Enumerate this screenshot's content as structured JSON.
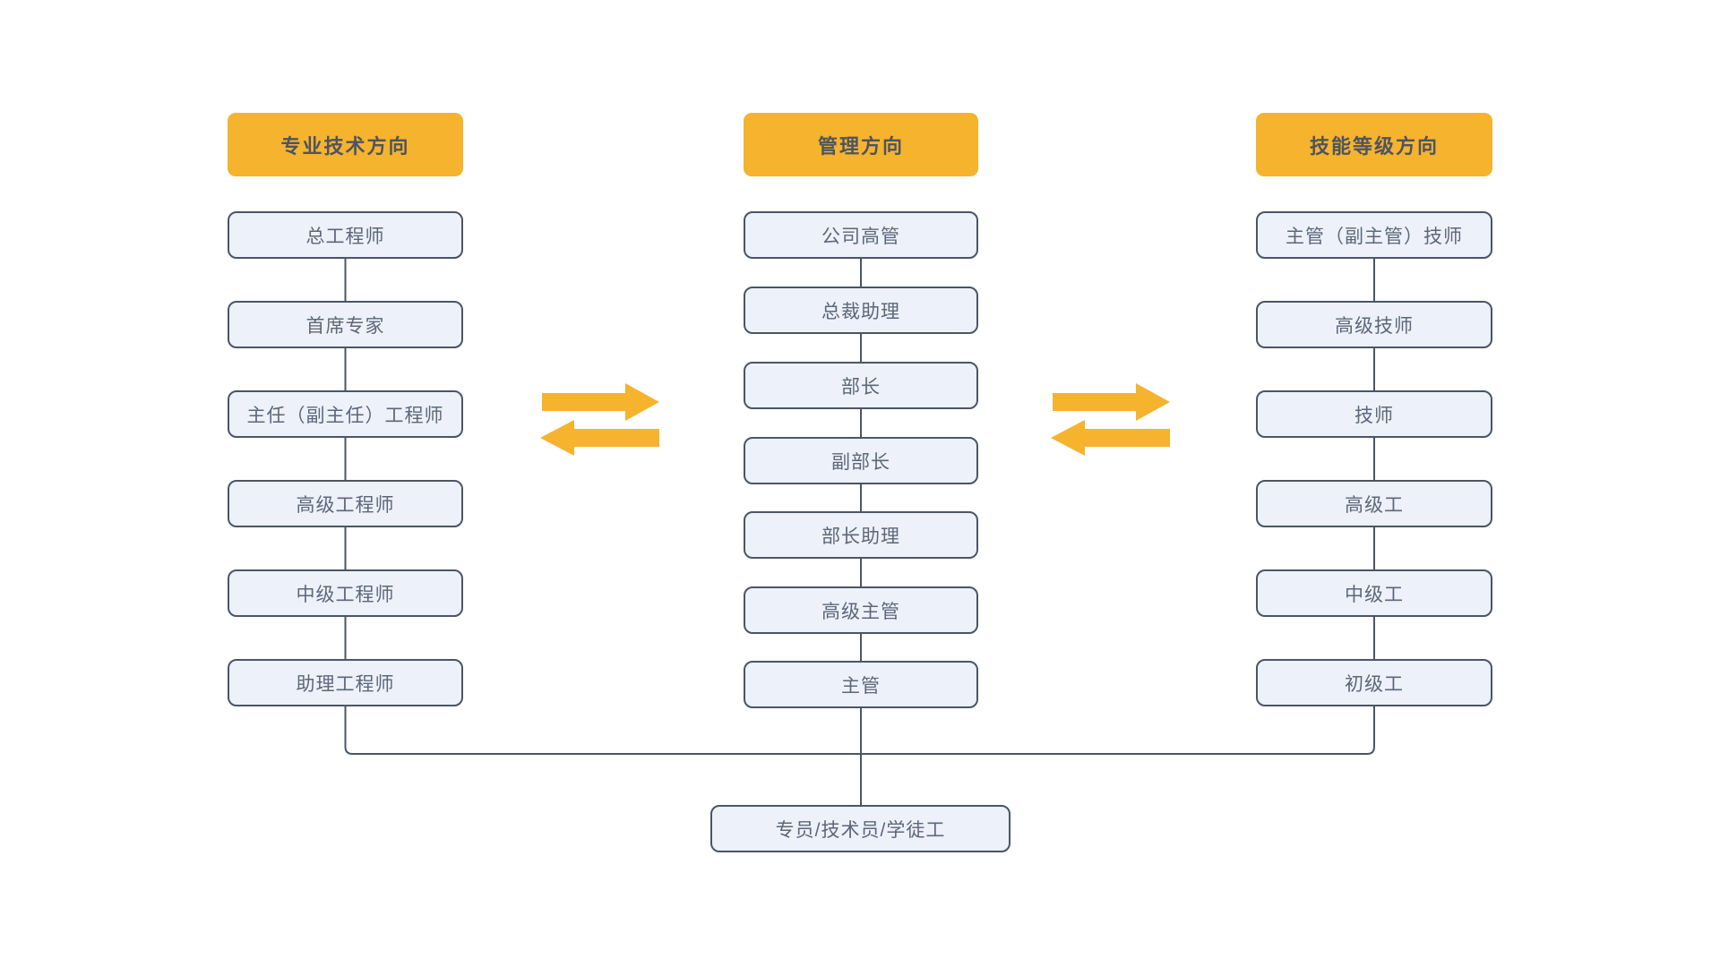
{
  "colors": {
    "background": "#ffffff",
    "header_bg": "#F5B32E",
    "header_text": "#4D5462",
    "node_bg": "#EDF1F9",
    "node_border": "#4B5565",
    "node_text": "#5C6779",
    "connector_line": "#4B5565",
    "arrow": "#F5B32E"
  },
  "diagram": {
    "columns": [
      {
        "header": "专业技术方向",
        "items": [
          "总工程师",
          "首席专家",
          "主任（副主任）工程师",
          "高级工程师",
          "中级工程师",
          "助理工程师"
        ]
      },
      {
        "header": "管理方向",
        "items": [
          "公司高管",
          "总裁助理",
          "部长",
          "副部长",
          "部长助理",
          "高级主管",
          "主管"
        ]
      },
      {
        "header": "技能等级方向",
        "items": [
          "主管（副主管）技师",
          "高级技师",
          "技师",
          "高级工",
          "中级工",
          "初级工"
        ]
      }
    ],
    "bottom_node": "专员/技术员/学徒工",
    "arrows": [
      {
        "name": "tech-management-exchange",
        "direction": "bidirectional"
      },
      {
        "name": "management-skill-exchange",
        "direction": "bidirectional"
      }
    ]
  }
}
